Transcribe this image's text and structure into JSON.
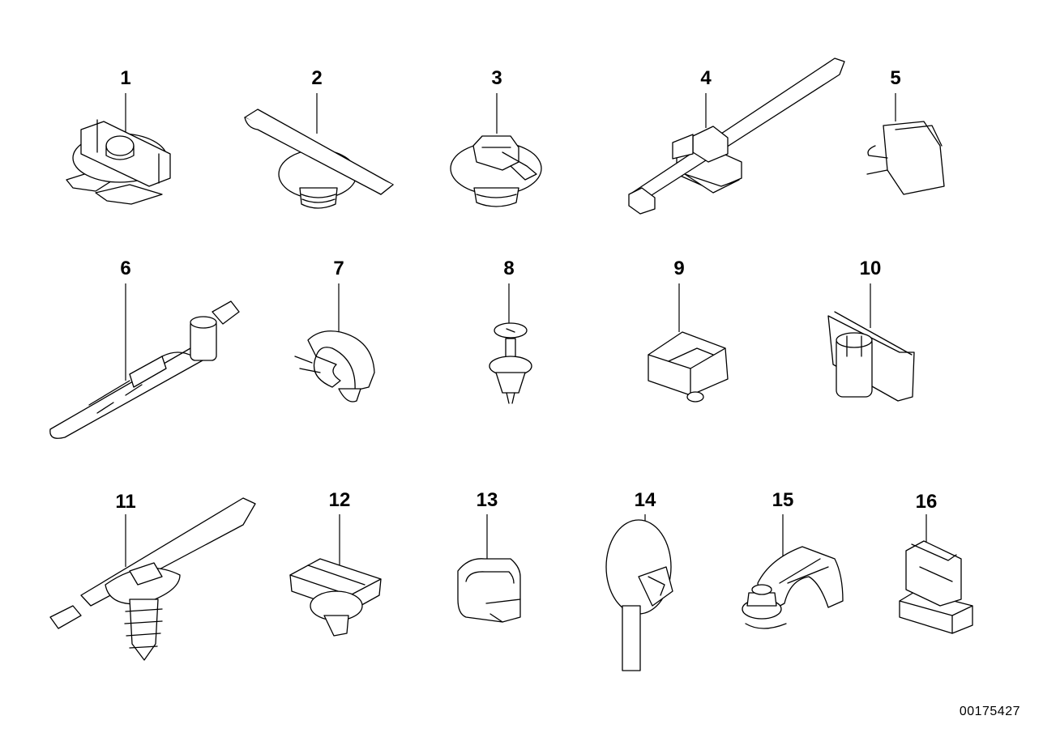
{
  "parts": [
    {
      "label": "1"
    },
    {
      "label": "2"
    },
    {
      "label": "3"
    },
    {
      "label": "4"
    },
    {
      "label": "5"
    },
    {
      "label": "6"
    },
    {
      "label": "7"
    },
    {
      "label": "8"
    },
    {
      "label": "9"
    },
    {
      "label": "10"
    },
    {
      "label": "11"
    },
    {
      "label": "12"
    },
    {
      "label": "13"
    },
    {
      "label": "14"
    },
    {
      "label": "15"
    },
    {
      "label": "16"
    }
  ],
  "document_id": "00175427",
  "icons": {
    "1": "screw-clip-icon",
    "2": "cable-channel-clip-icon",
    "3": "push-rivet-clip-icon",
    "4": "cable-tie-with-mount-icon",
    "5": "spring-clip-icon",
    "6": "strap-with-holder-icon",
    "7": "pipe-clamp-icon",
    "8": "expanding-rivet-icon",
    "9": "cable-holder-icon",
    "10": "edge-clip-icon",
    "11": "cable-tie-with-fir-tree-icon",
    "12": "slide-clip-icon",
    "13": "bracket-clip-icon",
    "14": "disc-mount-strap-icon",
    "15": "hose-clamp-with-nut-icon",
    "16": "multi-clip-holder-icon"
  }
}
